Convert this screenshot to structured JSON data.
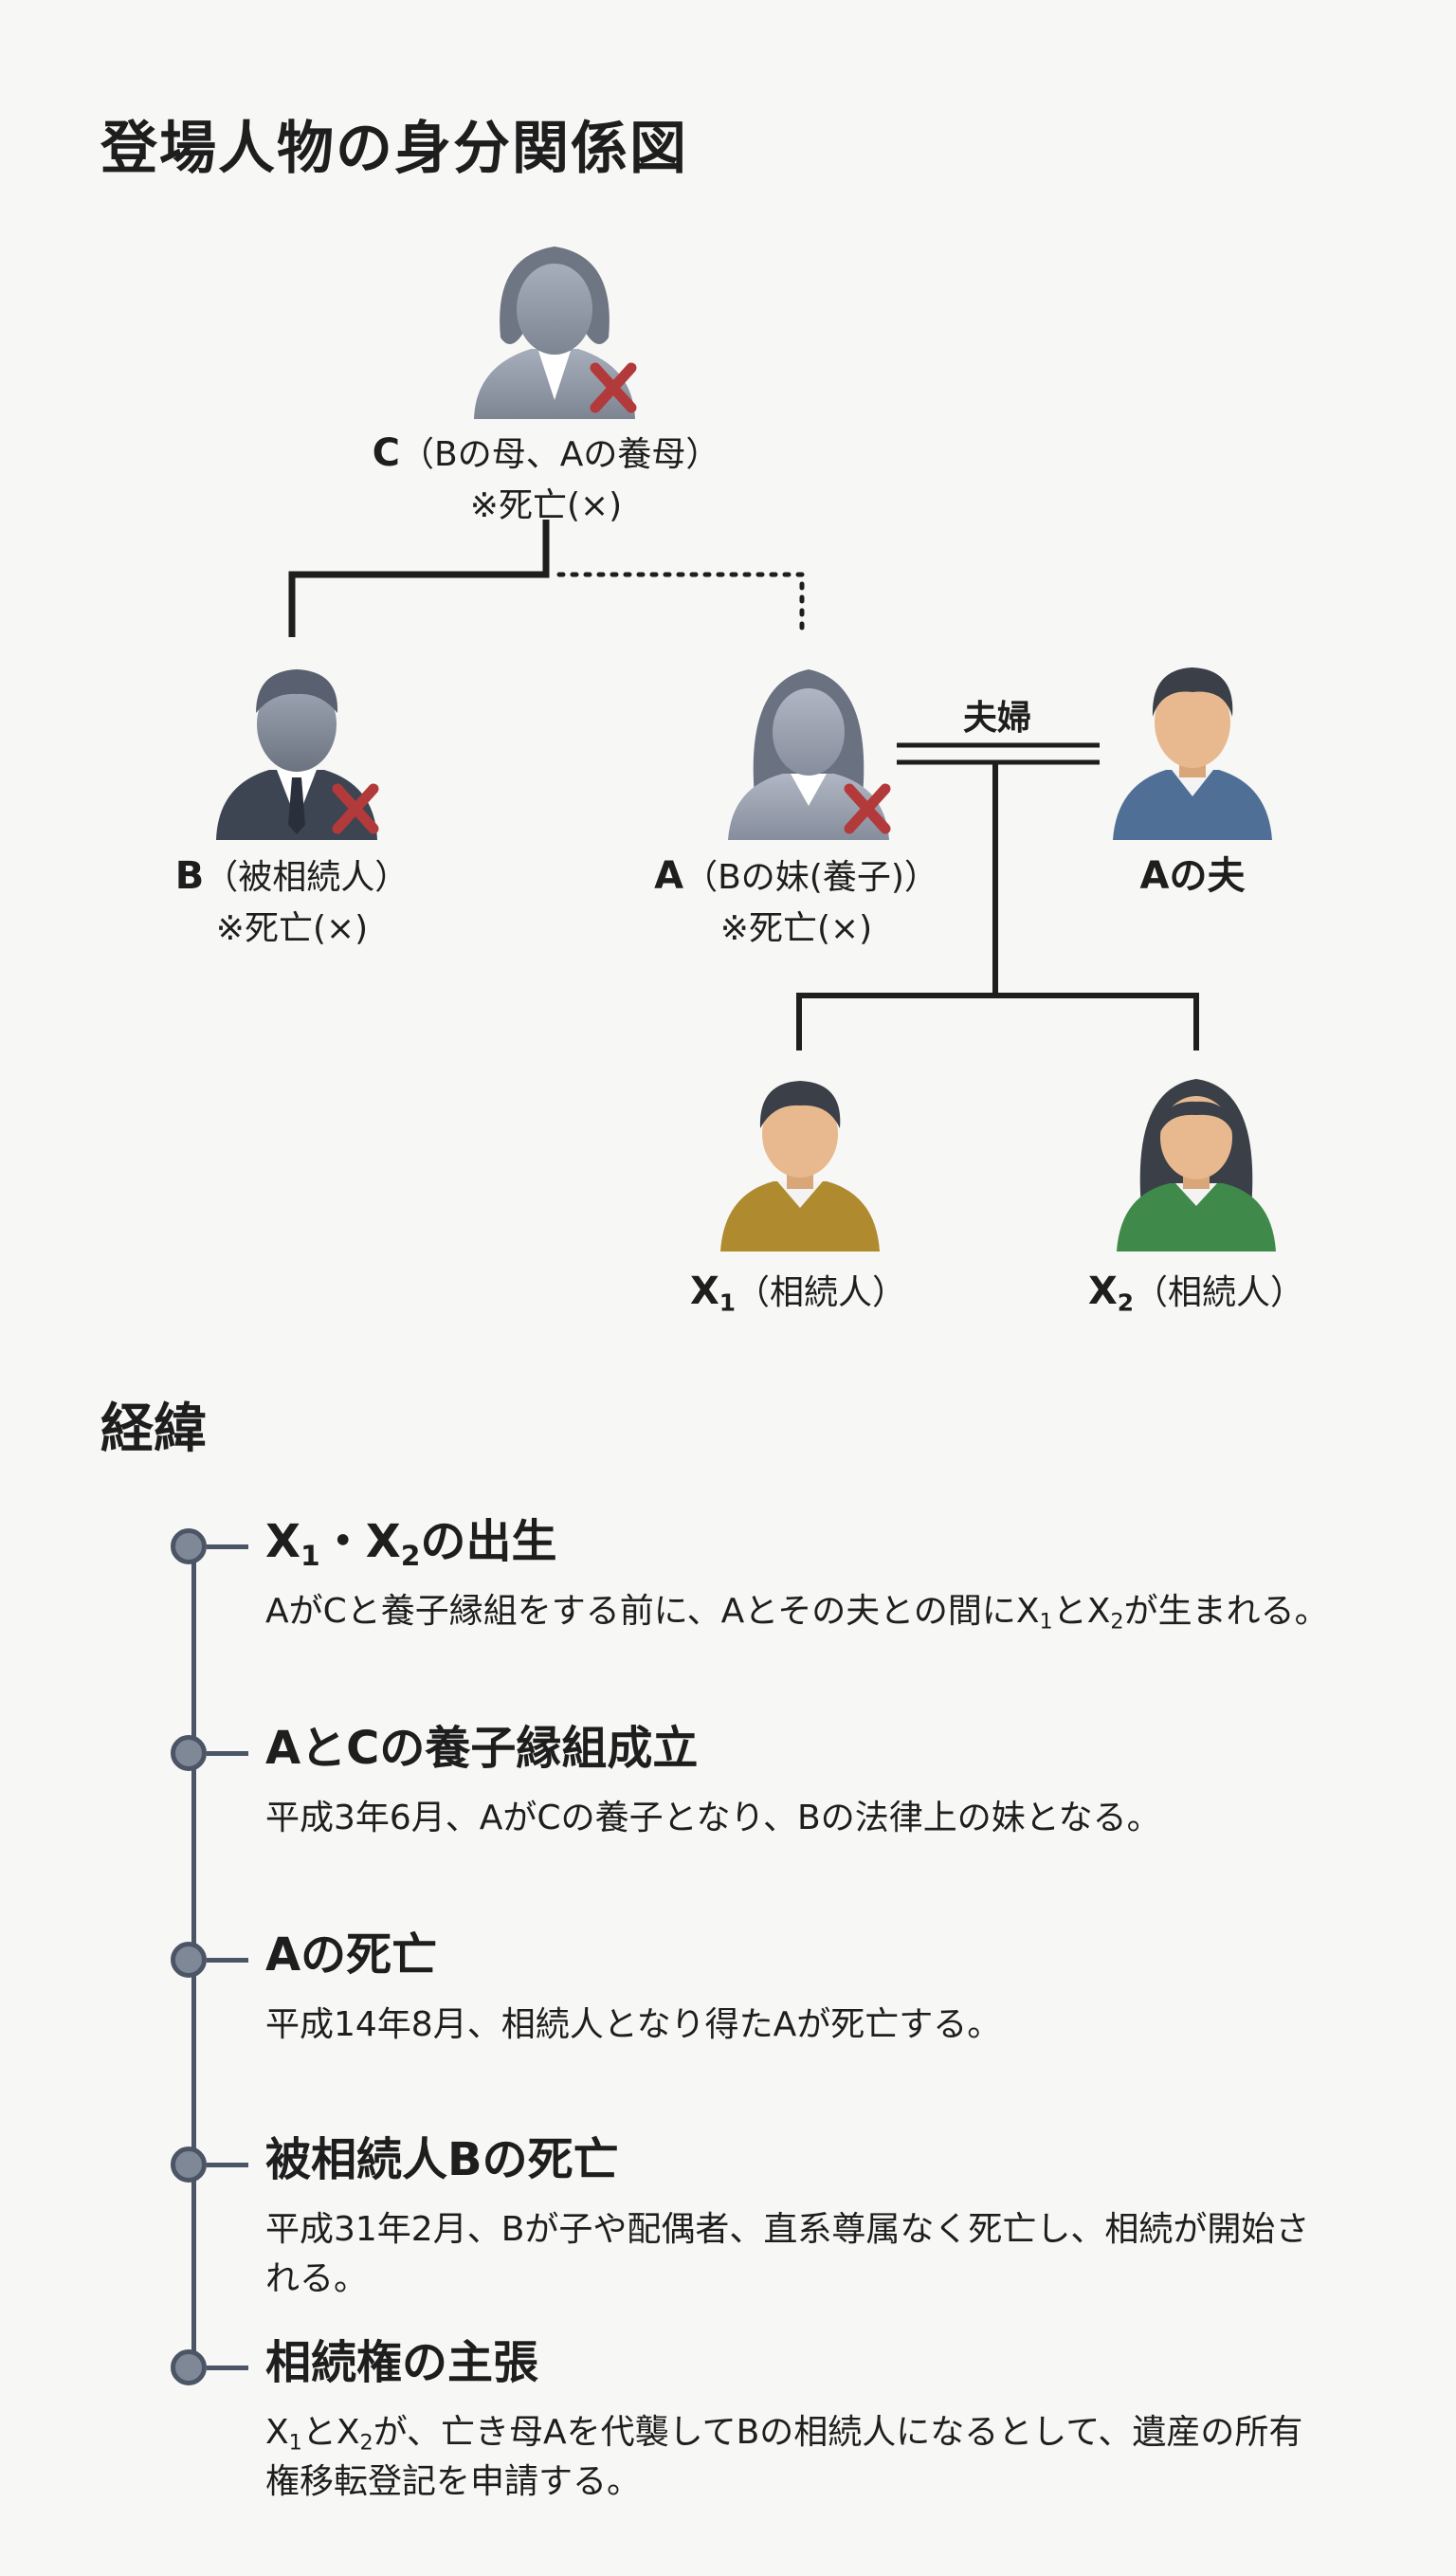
{
  "title": "登場人物の身分関係図",
  "people": {
    "C": {
      "label": "C",
      "note": "（Bの母、Aの養母）",
      "status": "※死亡(×)"
    },
    "B": {
      "label": "B",
      "note": "（被相続人）",
      "status": "※死亡(×)"
    },
    "A": {
      "label": "A",
      "note": "（Bの妹(養子)）",
      "status": "※死亡(×)"
    },
    "A_husband": {
      "label": "Aの夫"
    },
    "X1": {
      "label": "X",
      "sub": "1",
      "note": "（相続人）"
    },
    "X2": {
      "label": "X",
      "sub": "2",
      "note": "（相続人）"
    }
  },
  "marriage_label": "夫婦",
  "icons": {
    "deceased": "red-x-mark-icon"
  },
  "colors": {
    "line": "#1e1e1e",
    "deceased_mark": "#b23a3a",
    "grey_figure": "#8a919e",
    "husband_shirt": "#4f6f96",
    "x1_shirt": "#b08a2e",
    "x2_shirt": "#3f8a4a",
    "skin": "#e8b98f",
    "timeline": "#4b5565"
  },
  "history_title": "経緯",
  "events": [
    {
      "title_a": "X",
      "title_a_sub": "1",
      "title_b": "・X",
      "title_b_sub": "2",
      "title_c": "の出生",
      "desc_a": "AがCと養子縁組をする前に、Aとその夫との間にX",
      "desc_a_sub": "1",
      "desc_b": "とX",
      "desc_b_sub": "2",
      "desc_c": "が生まれる。"
    },
    {
      "title": "AとCの養子縁組成立",
      "desc": "平成3年6月、AがCの養子となり、Bの法律上の妹となる。"
    },
    {
      "title": "Aの死亡",
      "desc": "平成14年8月、相続人となり得たAが死亡する。"
    },
    {
      "title": "被相続人Bの死亡",
      "desc": "平成31年2月、Bが子や配偶者、直系尊属なく死亡し、相続が開始される。"
    },
    {
      "title": "相続権の主張",
      "desc_a": "X",
      "desc_a_sub": "1",
      "desc_b": "とX",
      "desc_b_sub": "2",
      "desc_c": "が、亡き母Aを代襲してBの相続人になるとして、遺産の所有権移転登記を申請する。"
    }
  ]
}
